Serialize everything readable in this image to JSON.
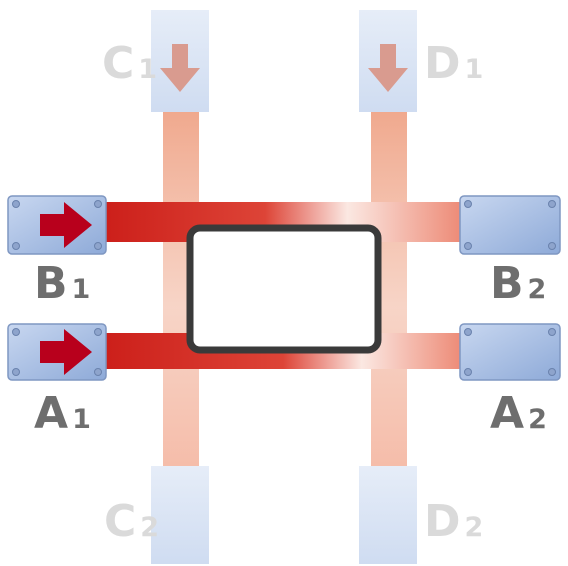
{
  "colors": {
    "beam_strong": "#d4261f",
    "beam_vertical": "#f0b19a",
    "sensor_fill": "#a9bfe3",
    "sensor_fill_faded": "#dde6f6",
    "arrow_red": "#b8001c",
    "arrow_faded": "#d99b8f",
    "object_border": "#3a3a3a",
    "label_dark": "#6e6e6e",
    "label_light": "#dadada"
  },
  "labels": {
    "A1": {
      "letter": "A",
      "index": "1"
    },
    "B1": {
      "letter": "B",
      "index": "1"
    },
    "A2": {
      "letter": "A",
      "index": "2"
    },
    "B2": {
      "letter": "B",
      "index": "2"
    },
    "C1": {
      "letter": "C",
      "index": "1"
    },
    "D1": {
      "letter": "D",
      "index": "1"
    },
    "C2": {
      "letter": "C",
      "index": "2"
    },
    "D2": {
      "letter": "D",
      "index": "2"
    }
  },
  "icons": {
    "emitter_arrow": "arrow-right-icon",
    "top_emitter_arrow": "arrow-down-icon"
  }
}
